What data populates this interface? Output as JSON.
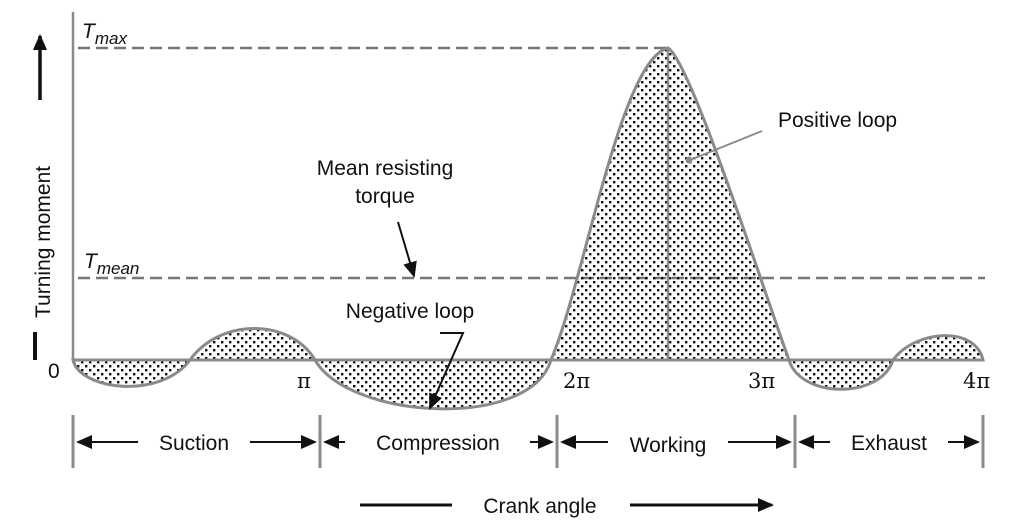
{
  "title": "Turning moment diagram",
  "y_axis_label": "Turning moment",
  "x_axis_label": "Crank angle",
  "levels": {
    "tmax": {
      "symbol": "T",
      "subscript": "max"
    },
    "tmean": {
      "symbol": "T",
      "subscript": "mean"
    }
  },
  "ticks": [
    "0",
    "π",
    "2π",
    "3π",
    "4π"
  ],
  "annotations": {
    "mean_resisting_line1": "Mean resisting",
    "mean_resisting_line2": "torque",
    "negative_loop": "Negative loop",
    "positive_loop": "Positive loop"
  },
  "strokes": [
    "Suction",
    "Compression",
    "Working",
    "Exhaust"
  ],
  "colors": {
    "curve": "#8a8a8a",
    "text": "#111111"
  }
}
